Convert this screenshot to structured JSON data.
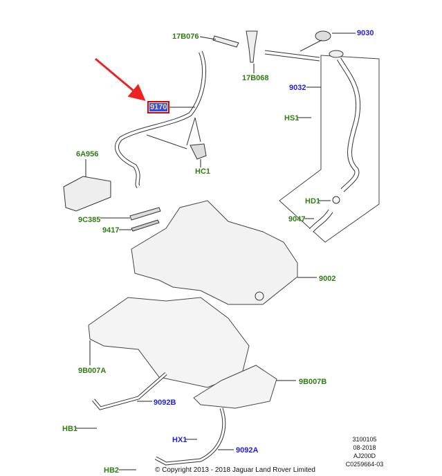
{
  "colors": {
    "label_green": "#2f7d12",
    "label_blue": "#1c1cf0",
    "highlight": "#e00000",
    "arrow": "#ee2222"
  },
  "highlighted_part": "9170",
  "labels": {
    "p17B076": "17B076",
    "p9030": "9030",
    "p17B068": "17B068",
    "p9032": "9032",
    "p9170": "9170",
    "pHS1": "HS1",
    "p6A956": "6A956",
    "pHC1": "HC1",
    "pHD1": "HD1",
    "p9C385": "9C385",
    "p9047": "9047",
    "p9417": "9417",
    "p9002": "9002",
    "p9B007A": "9B007A",
    "p9B007B": "9B007B",
    "p9092B": "9092B",
    "pHB1": "HB1",
    "pHX1": "HX1",
    "p9092A": "9092A",
    "pHB2": "HB2"
  },
  "info": {
    "code": "3100105",
    "date": "08-2018",
    "engine": "AJ200D",
    "ref": "C0259664-03"
  },
  "copyright": "© Copyright 2013 - 2018 Jaguar Land Rover Limited"
}
